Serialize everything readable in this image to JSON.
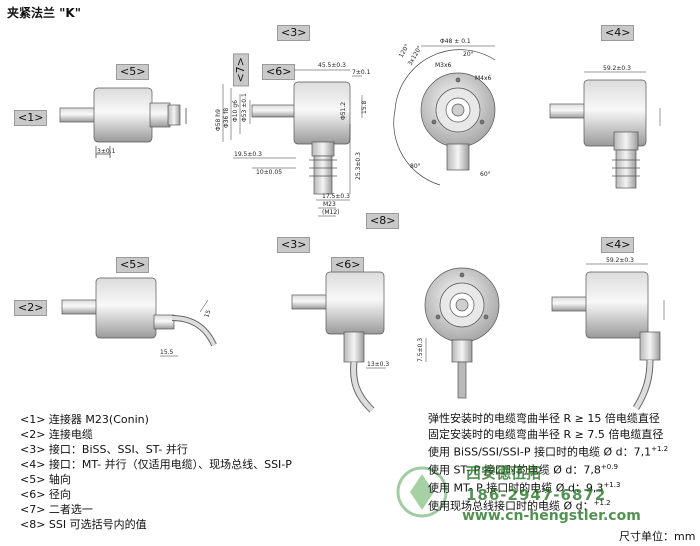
{
  "title": "夹紧法兰 \"K\"",
  "tags": {
    "t1": "<1>",
    "t2": "<2>",
    "t3a": "<3>",
    "t4a": "<4>",
    "t5a": "<5>",
    "t6a": "<6>",
    "t7": "<7>",
    "t8": "<8>",
    "t3b": "<3>",
    "t4b": "<4>",
    "t5b": "<5>",
    "t6b": "<6>"
  },
  "dims": {
    "d_455": "45.5±0.3",
    "d_7": "7±0.1",
    "d_3": "3±0.1",
    "d_48": "Φ48 ± 0.1",
    "d_20": "20°",
    "d_120": "120°",
    "d_3x120": "3x120°",
    "d_m3x6": "M3x6",
    "d_m4x6": "M4x6",
    "d_592": "59.2±0.3",
    "d_58": "Φ58 h9",
    "d_36": "Φ36 f8",
    "d_10": "Φ10 g6",
    "d_53": "Φ53 ±0.1",
    "d_512": "Φ51.2",
    "d_158": "15.8",
    "d_195": "19.5±0.3",
    "d_10b": "10±0.05",
    "d_253": "25.3±0.3",
    "d_175": "17.5±0.3",
    "d_m23": "M23",
    "d_m12": "(M12)",
    "d_80": "80°",
    "d_60": "60°",
    "d_155": "15.5",
    "d_15": "15",
    "d_13": "13±0.3",
    "d_75": "7.5±0.3"
  },
  "legend": [
    "<1> 连接器 M23(Conin)",
    "<2> 连接电缆",
    "<3> 接口：BiSS、SSI、ST- 并行",
    "<4> 接口：MT- 并行（仅适用电缆）、现场总线、SSI-P",
    "<5> 轴向",
    "<6> 径向",
    "<7> 二者选一",
    "<8> SSI 可选括号内的值"
  ],
  "notes": {
    "n1": "弹性安装时的电缆弯曲半径 R ≥ 15 倍电缆直径",
    "n2": "固定安装时的电缆弯曲半径 R ≥ 7.5 倍电缆直径",
    "n3": "使用 BiSS/SSI/SSI-P 接口时的电缆 Ø d：7,1",
    "n3_sup": "+1.2",
    "n4": "使用 ST- P 接口时的电缆 Ø d：7,8",
    "n4_sup": "+0.9",
    "n5": "使用 MT- P 接口时的电缆 Ø d：9,3",
    "n5_sup": "+1.3",
    "n6": "使用现场总线接口时的电缆 Ø d：",
    "n6_sup": "+1.2"
  },
  "unit": "尺寸单位：mm",
  "watermark": {
    "line1": "西安德伍拓",
    "line2": "186-2947-6872",
    "line3": "www.cn-hengstler.com"
  }
}
